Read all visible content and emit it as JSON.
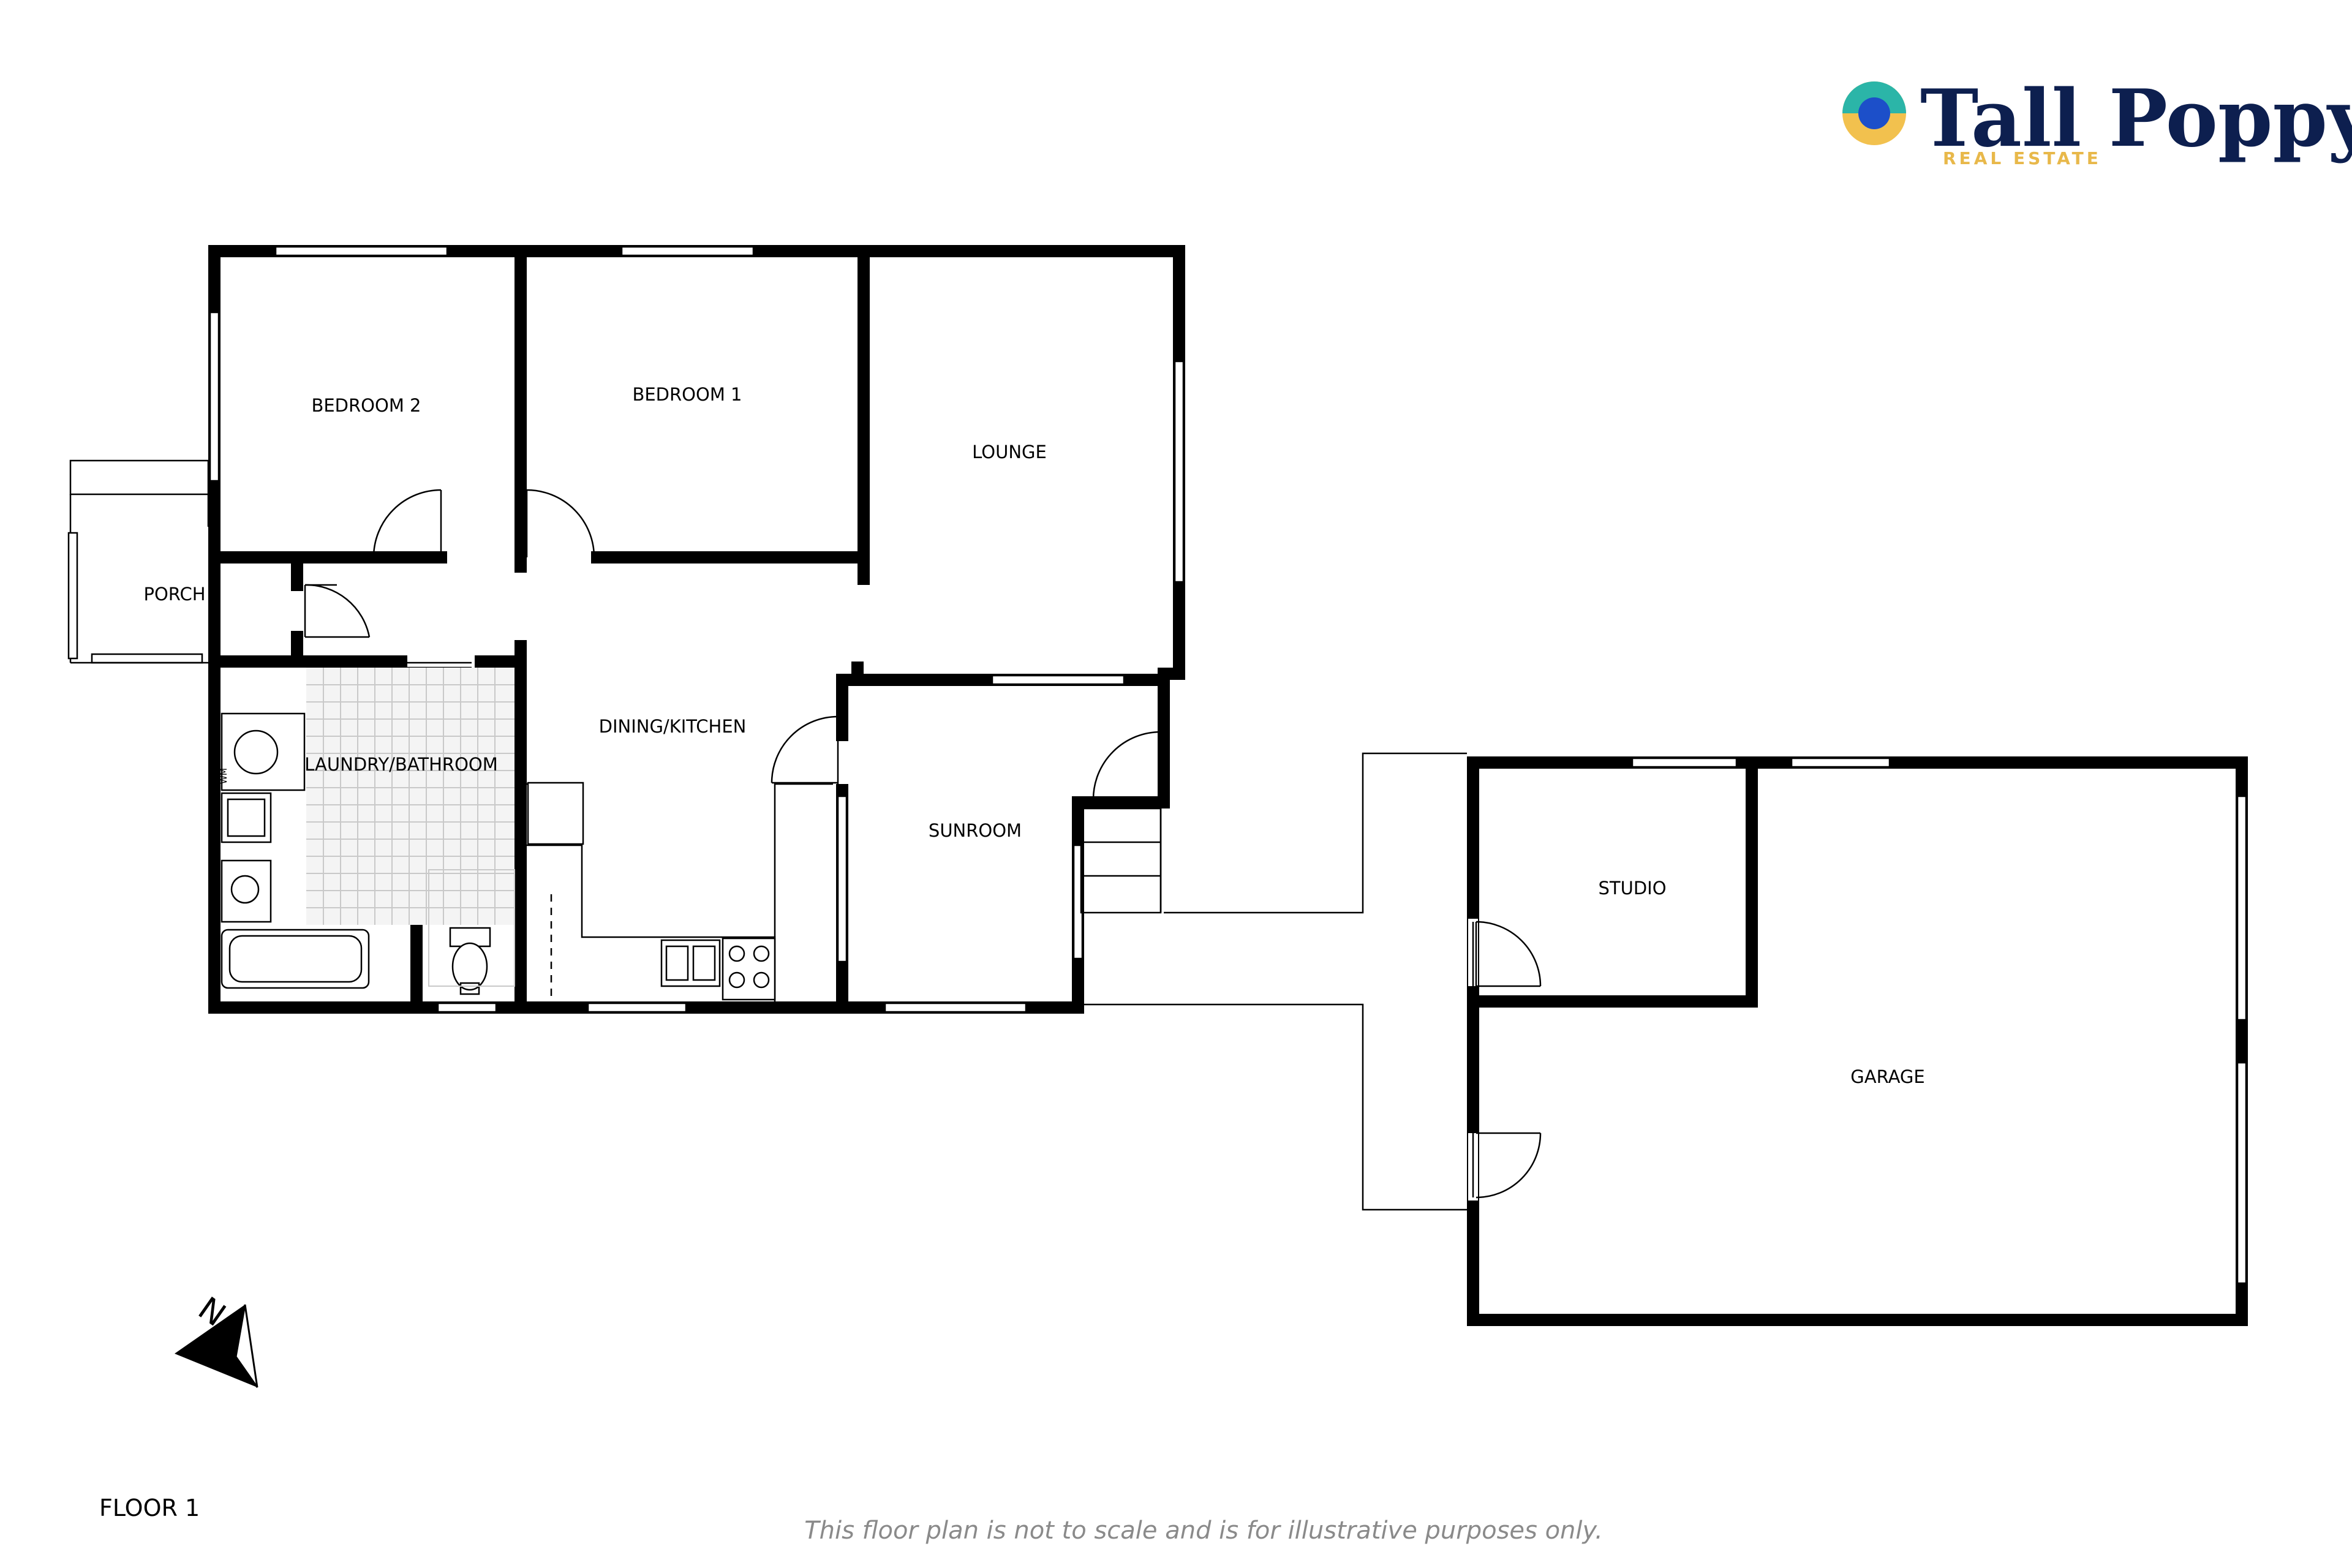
{
  "brand": {
    "name": "Tall Poppy",
    "tagline": "REAL ESTATE",
    "colors": {
      "navy": "#0d1f4f",
      "teal": "#2bb5a8",
      "gold": "#f2c14e",
      "blue": "#1c4fc9"
    }
  },
  "rooms": {
    "bedroom2": "BEDROOM 2",
    "bedroom1": "BEDROOM 1",
    "lounge": "LOUNGE",
    "porch": "PORCH",
    "dining_kitchen": "DINING/KITCHEN",
    "laundry_bathroom": "LAUNDRY/BATHROOM",
    "sunroom": "SUNROOM",
    "studio": "STUDIO",
    "garage": "GARAGE"
  },
  "fixture_labels": {
    "washing_machine": "WM"
  },
  "compass": {
    "label": "N"
  },
  "floor": {
    "label": "FLOOR 1"
  },
  "disclaimer": "This floor plan is not to scale and is for illustrative purposes only."
}
